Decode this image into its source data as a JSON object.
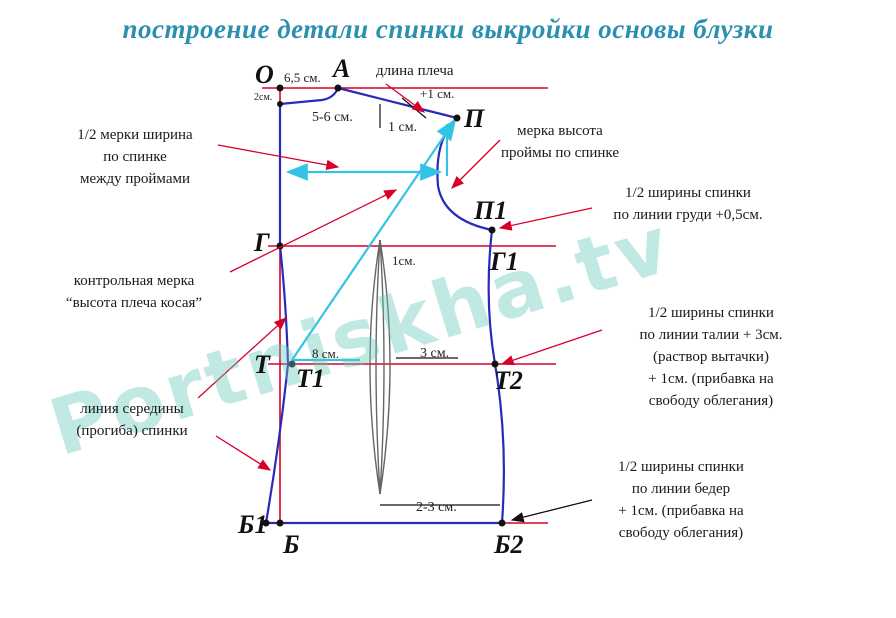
{
  "title": "построение детали спинки выкройки основы блузки",
  "watermark": "Portniskha.tv",
  "points": {
    "O": "О",
    "A": "А",
    "P": "П",
    "P1": "П1",
    "G": "Г",
    "G1": "Г1",
    "T": "Т",
    "T1": "Т1",
    "T2": "Т2",
    "B": "Б",
    "B1": "Б1",
    "B2": "Б2"
  },
  "dimensions": {
    "oa": "6,5 см.",
    "o_small": "2см.",
    "plus1": "+1 см.",
    "d56": "5-6 см.",
    "d1": "1 см.",
    "d1_dart": "1см.",
    "d8": "8 см.",
    "d3": "3 см.",
    "d23": "2-3 см."
  },
  "notes": {
    "shoulder_length": "длина плеча",
    "back_width_1": "1/2 мерки ширина",
    "back_width_2": "по спинке",
    "back_width_3": "между проймами",
    "armhole_1": "мерка высота",
    "armhole_2": "проймы по спинке",
    "chest_1": "1/2 ширины спинки",
    "chest_2": "по линии груди +0,5см.",
    "control_1": "контрольная мерка",
    "control_2": "“высота плеча косая”",
    "waist_1": "1/2 ширины спинки",
    "waist_2": "по линии талии + 3см.",
    "waist_3": "(раствор вытачки)",
    "waist_4": "+ 1см. (прибавка на",
    "waist_5": "свободу облегания)",
    "center_1": "линия середины",
    "center_2": "(прогиба) спинки",
    "hip_1": "1/2 ширины спинки",
    "hip_2": "по линии бедер",
    "hip_3": "+ 1см. (прибавка на",
    "hip_4": "свободу облегания)"
  },
  "colors": {
    "title": "#2b8fb0",
    "grid_lines": "#d8002a",
    "pattern_outline": "#2a2ab8",
    "measure_lines": "#33c3e6",
    "dart": "#555555"
  }
}
